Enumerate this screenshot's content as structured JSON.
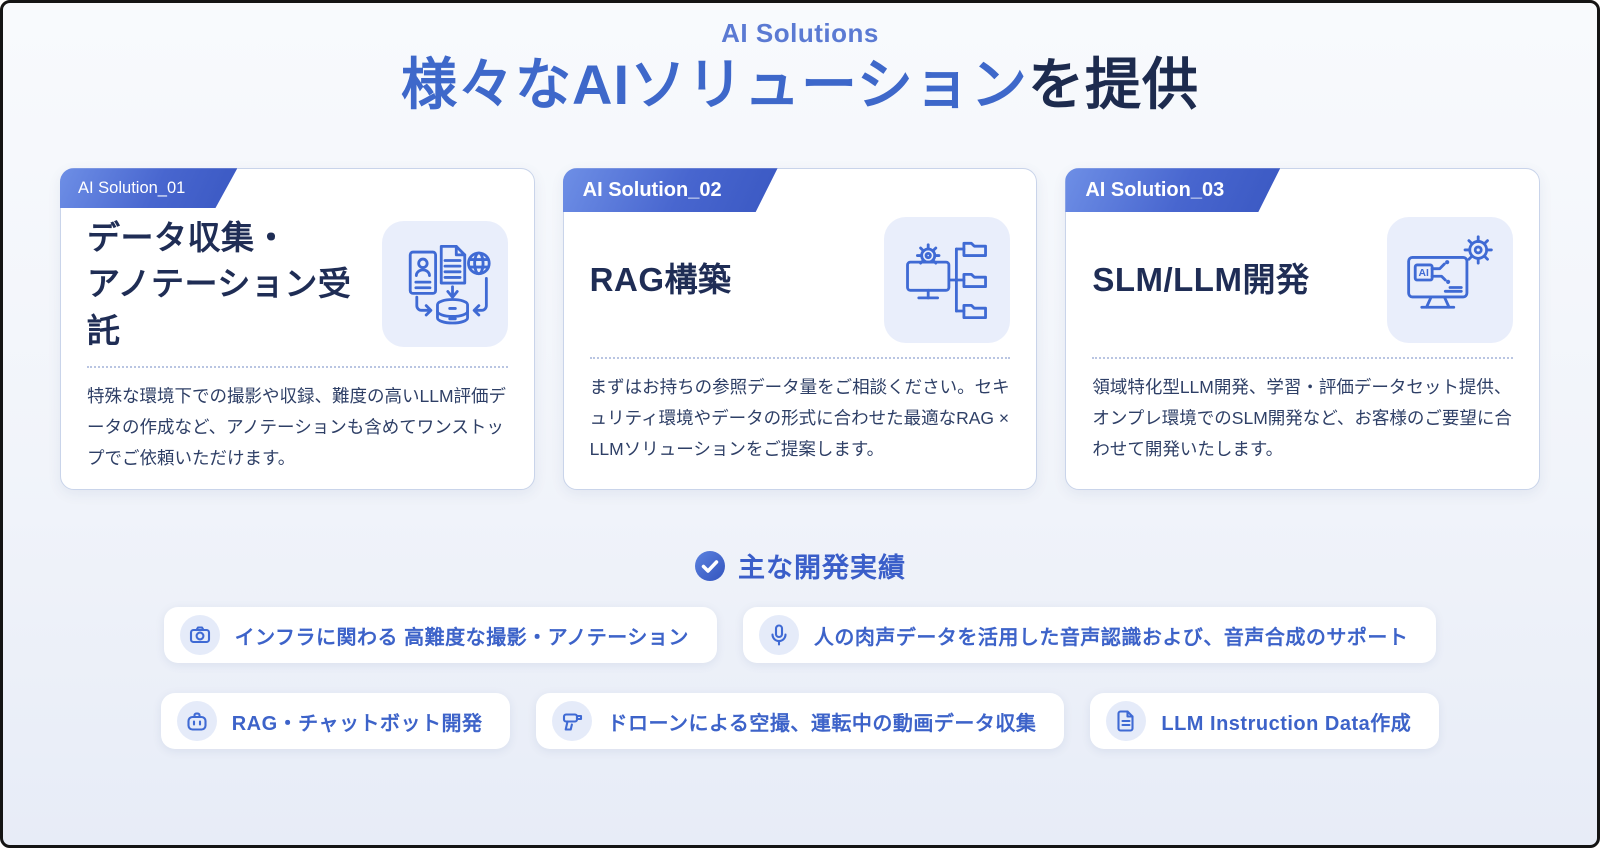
{
  "page": {
    "eyebrow": "AI Solutions",
    "title_highlight": "様々なAIソリューション",
    "title_rest": "を提供"
  },
  "cards": [
    {
      "badge": "AI Solution_01",
      "title_lines": [
        "データ収集・",
        "アノテーション受託"
      ],
      "icon": "data-collection-icon",
      "description": "特殊な環境下での撮影や収録、難度の高いLLM評価データの作成など、アノテーションも含めてワンストップでご依頼いただけます。"
    },
    {
      "badge": "AI Solution_02",
      "title_lines": [
        "RAG構築"
      ],
      "icon": "rag-icon",
      "description": "まずはお持ちの参照データ量をご相談ください。セキュリティ環境やデータの形式に合わせた最適なRAG × LLMソリューションをご提案します。"
    },
    {
      "badge": "AI Solution_03",
      "title_lines": [
        "SLM/LLM開発"
      ],
      "icon": "slm-llm-icon",
      "description": "領域特化型LLM開発、学習・評価データセット提供、オンプレ環境でのSLM開発など、お客様のご要望に合わせて開発いたします。"
    }
  ],
  "achievements": {
    "heading": "主な開発実績",
    "items": [
      {
        "icon": "camera-icon",
        "label": "インフラに関わる 高難度な撮影・アノテーション"
      },
      {
        "icon": "microphone-icon",
        "label": "人の肉声データを活用した音声認識および、音声合成のサポート"
      },
      {
        "icon": "chatbot-icon",
        "label": "RAG・チャットボット開発"
      },
      {
        "icon": "drone-icon",
        "label": "ドローンによる空撮、運転中の動画データ収集"
      },
      {
        "icon": "document-icon",
        "label": "LLM Instruction Data作成"
      }
    ]
  },
  "colors": {
    "accent_blue": "#3e68ca",
    "dark_navy": "#1d2b4e",
    "badge_gradient_start": "#6e8fe6",
    "badge_gradient_end": "#3a58c2",
    "icon_stroke": "#3f6ad4",
    "icon_box_bg": "#e9eefb",
    "pill_text": "#3d63c9",
    "background_top": "#f8fafd",
    "background_bottom": "#e7ecf7"
  }
}
